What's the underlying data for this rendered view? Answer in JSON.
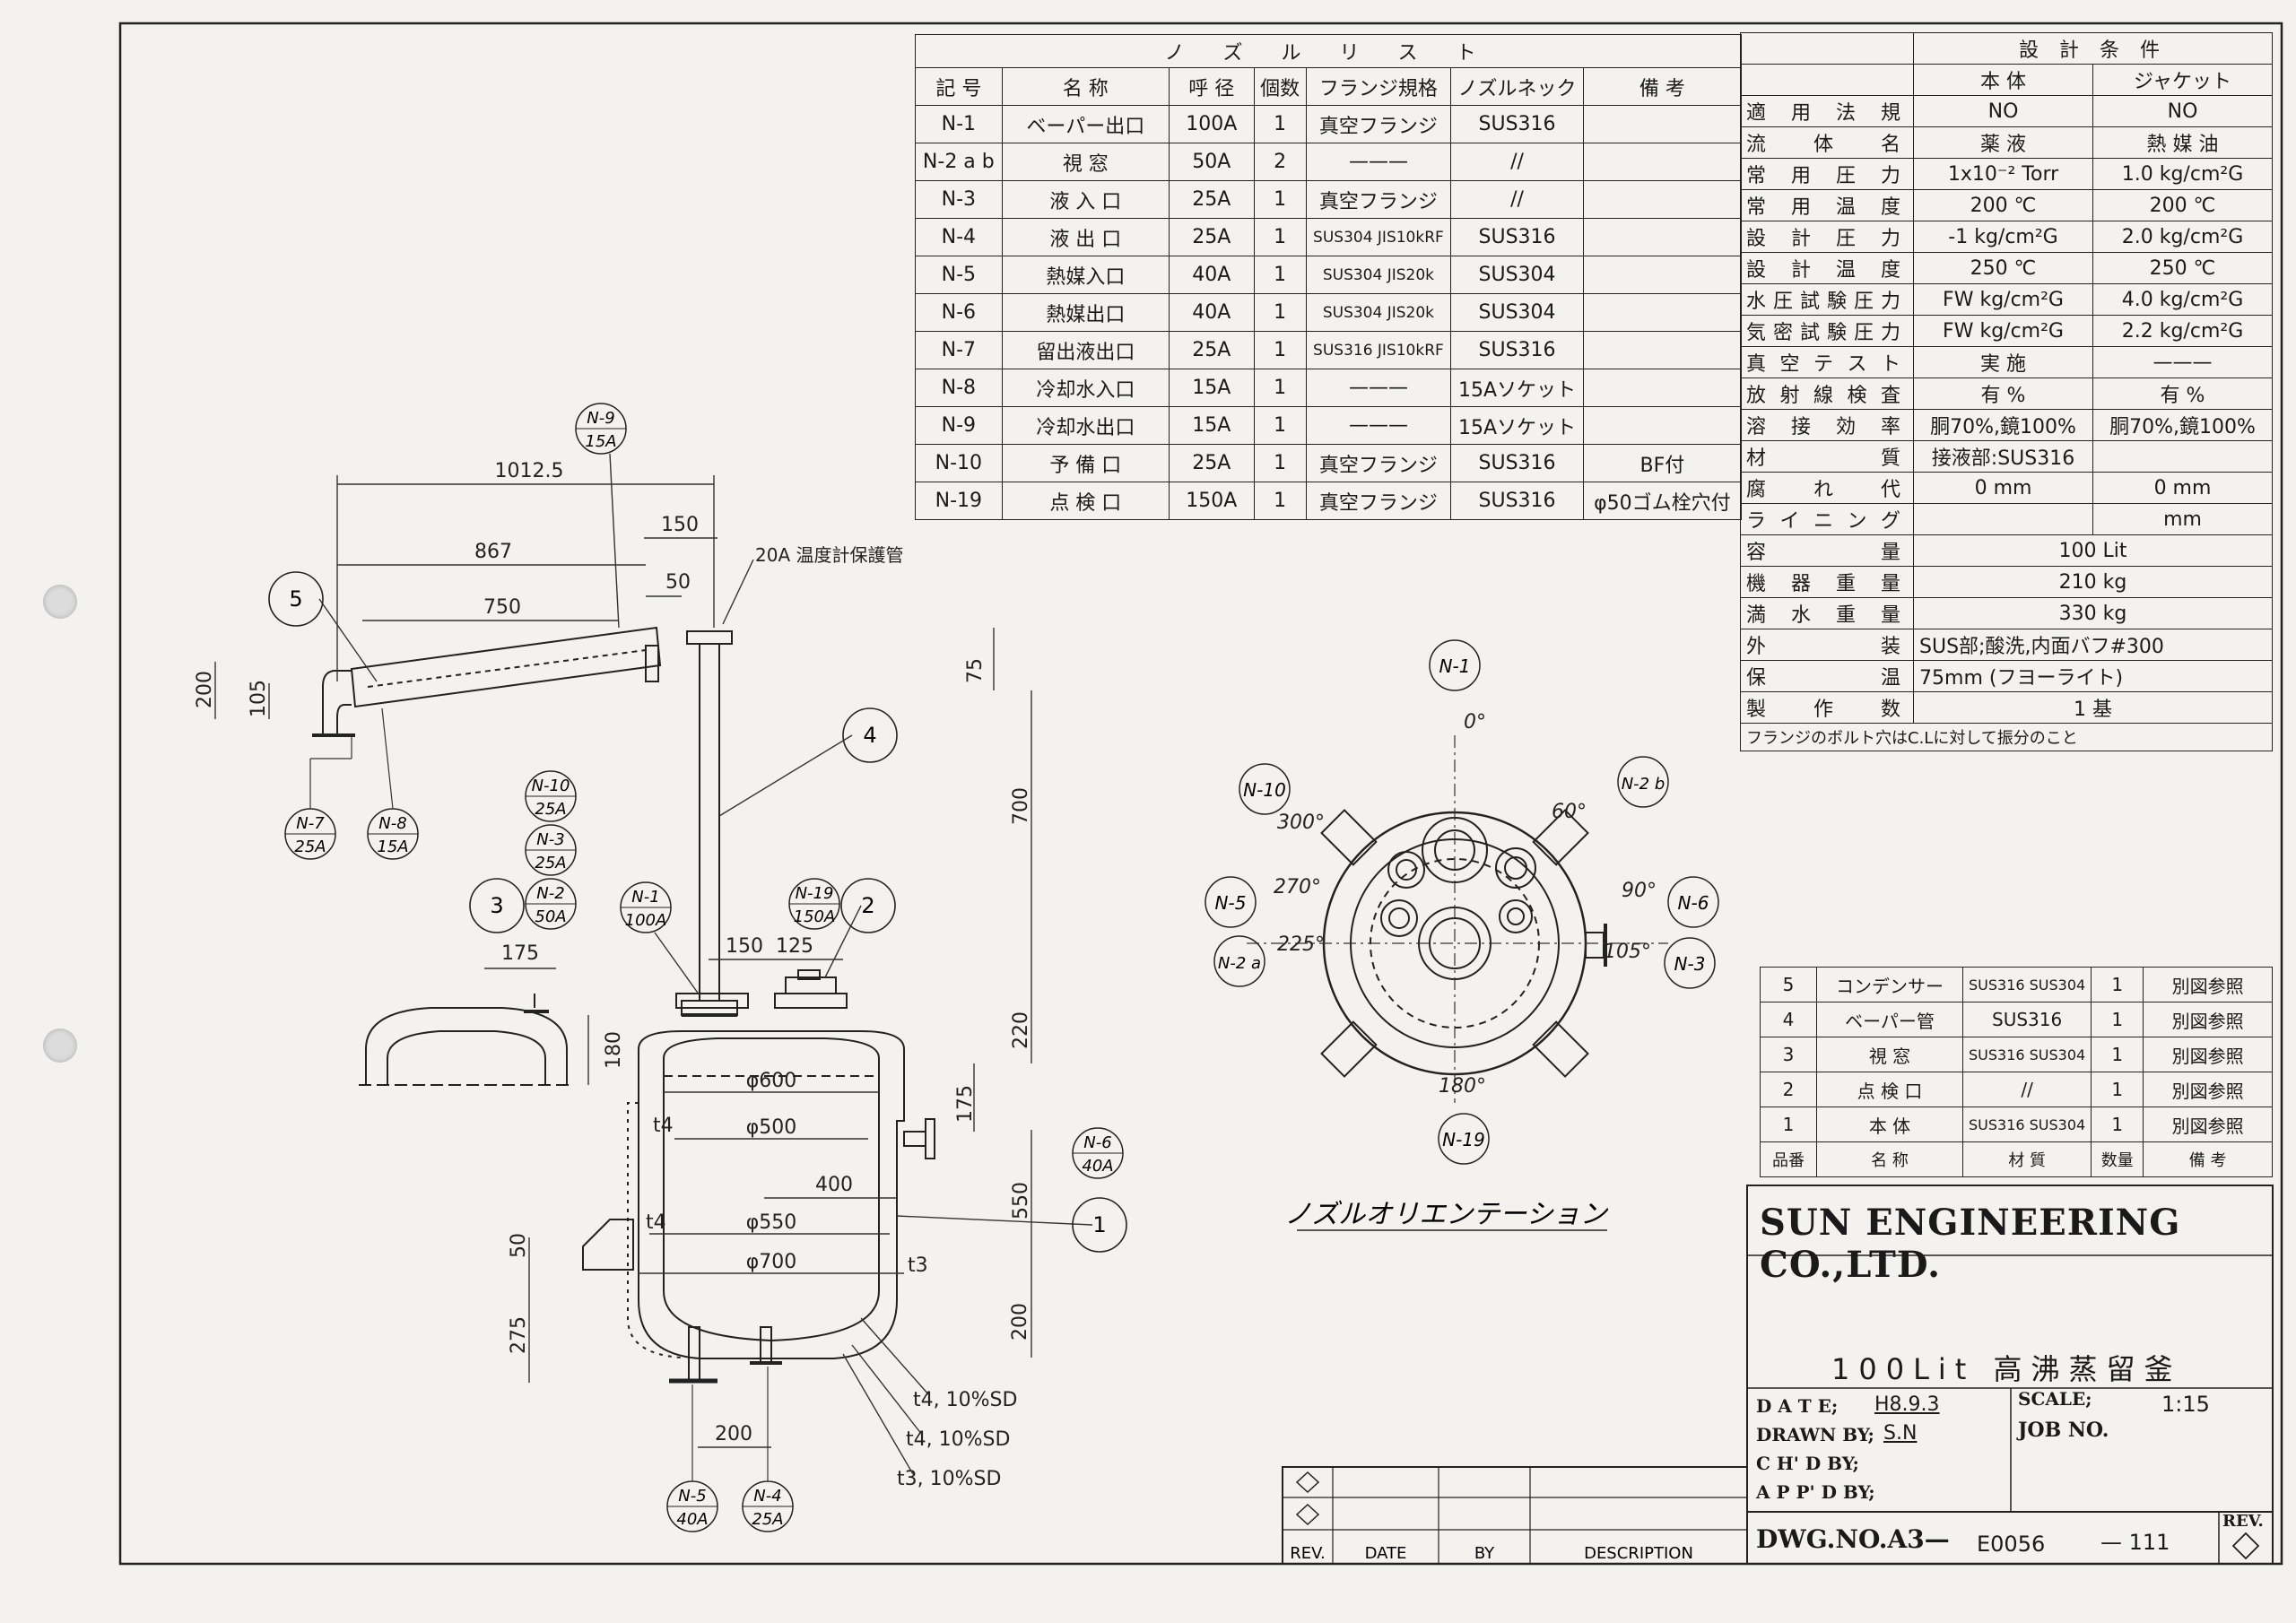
{
  "nozzle_list": {
    "title": "ノ ズ ル リ ス ト",
    "headers": [
      "記 号",
      "名 称",
      "呼 径",
      "個数",
      "フランジ規格",
      "ノズルネック",
      "備 考"
    ],
    "rows": [
      [
        "N-1",
        "ベーパー出口",
        "100A",
        "1",
        "真空フランジ",
        "SUS316",
        ""
      ],
      [
        "N-2 a b",
        "視 窓",
        "50A",
        "2",
        "———",
        "//",
        ""
      ],
      [
        "N-3",
        "液 入 口",
        "25A",
        "1",
        "真空フランジ",
        "//",
        ""
      ],
      [
        "N-4",
        "液 出 口",
        "25A",
        "1",
        "SUS304 JIS10kRF",
        "SUS316",
        ""
      ],
      [
        "N-5",
        "熱媒入口",
        "40A",
        "1",
        "SUS304 JIS20k",
        "SUS304",
        ""
      ],
      [
        "N-6",
        "熱媒出口",
        "40A",
        "1",
        "SUS304 JIS20k",
        "SUS304",
        ""
      ],
      [
        "N-7",
        "留出液出口",
        "25A",
        "1",
        "SUS316 JIS10kRF",
        "SUS316",
        ""
      ],
      [
        "N-8",
        "冷却水入口",
        "15A",
        "1",
        "———",
        "15Aソケット",
        ""
      ],
      [
        "N-9",
        "冷却水出口",
        "15A",
        "1",
        "———",
        "15Aソケット",
        ""
      ],
      [
        "N-10",
        "予 備 口",
        "25A",
        "1",
        "真空フランジ",
        "SUS316",
        "BF付"
      ],
      [
        "N-19",
        "点 検 口",
        "150A",
        "1",
        "真空フランジ",
        "SUS316",
        "φ50ゴム栓穴付"
      ]
    ]
  },
  "design_conditions": {
    "title": "設 計 条 件",
    "col_body": "本 体",
    "col_jacket": "ジャケット",
    "rows": [
      [
        "適用法規",
        "NO",
        "NO"
      ],
      [
        "流体名",
        "薬 液",
        "熱 媒 油"
      ],
      [
        "常用圧力",
        "1x10⁻² Torr",
        "1.0 kg/cm²G"
      ],
      [
        "常用温度",
        "200 ℃",
        "200 ℃"
      ],
      [
        "設計圧力",
        "-1 kg/cm²G",
        "2.0 kg/cm²G"
      ],
      [
        "設計温度",
        "250 ℃",
        "250 ℃"
      ],
      [
        "水圧試験圧力",
        "FW kg/cm²G",
        "4.0 kg/cm²G"
      ],
      [
        "気密試験圧力",
        "FW kg/cm²G",
        "2.2 kg/cm²G"
      ],
      [
        "真空テスト",
        "実 施",
        "———"
      ],
      [
        "放射線検査",
        "有 %",
        "有 %"
      ],
      [
        "溶接効率",
        "胴70%,鏡100%",
        "胴70%,鏡100%"
      ],
      [
        "材質",
        "接液部:SUS316",
        ""
      ],
      [
        "腐れ代",
        "0 mm",
        "0 mm"
      ],
      [
        "ライニング",
        "",
        "mm"
      ]
    ],
    "merged_rows": [
      [
        "容量",
        "100 Lit"
      ],
      [
        "機器重量",
        "210 kg"
      ],
      [
        "満水重量",
        "330 kg"
      ],
      [
        "外装",
        "SUS部;酸洗,内面バフ#300"
      ],
      [
        "保温",
        "75mm (フヨーライト)"
      ],
      [
        "製作数",
        "1 基"
      ]
    ],
    "note": "フランジのボルト穴はC.Lに対して振分のこと"
  },
  "parts_list": {
    "headers": [
      "品番",
      "名 称",
      "材 質",
      "数量",
      "備 考"
    ],
    "rows": [
      [
        "5",
        "コンデンサー",
        "SUS316 SUS304",
        "1",
        "別図参照"
      ],
      [
        "4",
        "ベーパー管",
        "SUS316",
        "1",
        "別図参照"
      ],
      [
        "3",
        "視 窓",
        "SUS316 SUS304",
        "1",
        "別図参照"
      ],
      [
        "2",
        "点 検 口",
        "//",
        "1",
        "別図参照"
      ],
      [
        "1",
        "本 体",
        "SUS316 SUS304",
        "1",
        "別図参照"
      ]
    ]
  },
  "title_block": {
    "company": "SUN ENGINEERING CO.,LTD.",
    "drawing_title": "100Lit 高沸蒸留釜",
    "date_label": "D A T E;",
    "date_value": "H8.9.3",
    "drawn_label": "DRAWN BY;",
    "drawn_value": "S.N",
    "checked_label": "C H' D BY;",
    "approved_label": "A P P' D BY;",
    "scale_label": "SCALE;",
    "scale_value": "1:15",
    "job_label": "JOB NO.",
    "dwg_label": "DWG.NO.A3—",
    "dwg_value": "E0056",
    "dwg_suffix": "— 111",
    "rev_label": "REV.",
    "rev_cols": [
      "REV.",
      "DATE",
      "BY",
      "DESCRIPTION"
    ]
  },
  "orientation": {
    "caption": "ノズルオリエンテーション",
    "angles": [
      "0°",
      "60°",
      "90°",
      "105°",
      "180°",
      "225°",
      "270°",
      "300°"
    ],
    "labels": [
      "N-1",
      "N-2 b",
      "N-6",
      "N-3",
      "N-19",
      "N-2 a",
      "N-5",
      "N-10"
    ]
  },
  "elevation": {
    "dims": [
      "1012.5",
      "867",
      "750",
      "150",
      "50",
      "200",
      "105",
      "75",
      "700",
      "220",
      "175",
      "550",
      "200",
      "150",
      "125",
      "175",
      "180",
      "400",
      "50",
      "275",
      "200"
    ],
    "diameters": [
      "φ600",
      "φ500",
      "φ550",
      "φ700"
    ],
    "thickness": [
      "t4",
      "t4",
      "t3"
    ],
    "sd_notes": [
      "t4, 10%SD",
      "t4, 10%SD",
      "t3, 10%SD"
    ],
    "note_20a": "20A 温度計保護管",
    "balloons": {
      "n9": [
        "N-9",
        "15A"
      ],
      "n7": [
        "N-7",
        "25A"
      ],
      "n8": [
        "N-8",
        "15A"
      ],
      "n10": [
        "N-10",
        "25A"
      ],
      "n3": [
        "N-3",
        "25A"
      ],
      "n2": [
        "N-2",
        "50A"
      ],
      "n1": [
        "N-1",
        "100A"
      ],
      "n19": [
        "N-19",
        "150A"
      ],
      "n6": [
        "N-6",
        "40A"
      ],
      "n5": [
        "N-5",
        "40A"
      ],
      "n4": [
        "N-4",
        "25A"
      ]
    },
    "items": [
      "1",
      "2",
      "3",
      "4",
      "5"
    ]
  }
}
